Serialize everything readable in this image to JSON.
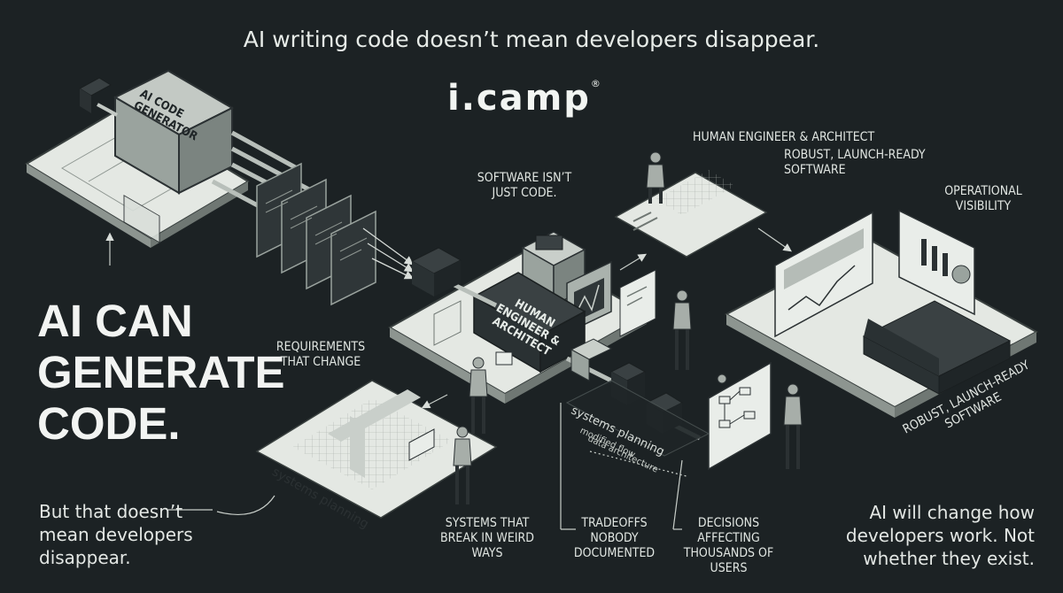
{
  "headline": "AI writing code doesn’t mean developers disappear.",
  "logo": {
    "text": "i.camp",
    "mark": "®"
  },
  "labels": {
    "ai_code_generator": "AI CODE GENERATOR",
    "software_isnt_just_code": "SOFTWARE ISN’T JUST CODE.",
    "human_engineer_architect_top": "HUMAN ENGINEER & ARCHITECT",
    "robust_launch_ready_top": "ROBUST, LAUNCH-READY SOFTWARE",
    "operational_visibility": "OPERATIONAL VISIBILITY",
    "human_engineer_architect_box": "HUMAN ENGINEER & ARCHITECT",
    "requirements_that_change": "REQUIREMENTS THAT CHANGE",
    "robust_launch_ready_rotated": "ROBUST, LAUNCH-READY SOFTWARE",
    "systems_planning_center": "systems planning",
    "modified_flow": "modified flow",
    "data_architecture": "data architecture",
    "systems_planning_left": "systems planning",
    "systems_break": "SYSTEMS THAT BREAK IN WEIRD WAYS",
    "tradeoffs": "TRADEOFFS NOBODY DOCUMENTED",
    "decisions": "DECISIONS AFFECTING THOUSANDS OF USERS"
  },
  "big_statement": "AI CAN GENERATE CODE.",
  "sub_statement": "But that doesn’t mean developers disappear.",
  "closing_statement": "AI will change how developers work. Not whether they exist.",
  "colors": {
    "background": "#1c2224",
    "platform": "#e4e8e3",
    "machine": "#9aa39e",
    "dark_box": "#2a3133"
  }
}
